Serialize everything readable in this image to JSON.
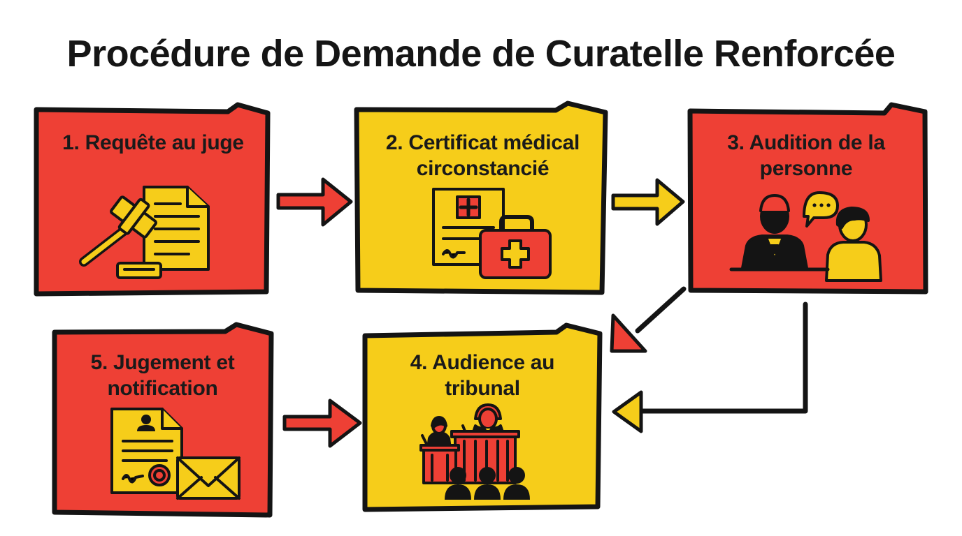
{
  "title": "Procédure de Demande de Curatelle Renforcée",
  "steps": [
    {
      "label": "1. Requête au juge",
      "color": "#ee4035",
      "icon": "gavel-document-icon"
    },
    {
      "label": "2. Certificat médical circonstancié",
      "color": "#f6cd1a",
      "icon": "medical-certificate-icon"
    },
    {
      "label": "3. Audition de la personne",
      "color": "#ee4035",
      "icon": "hearing-interview-icon"
    },
    {
      "label": "4. Audience au tribunal",
      "color": "#f6cd1a",
      "icon": "courtroom-icon"
    },
    {
      "label": "5. Jugement et notification",
      "color": "#ee4035",
      "icon": "judgment-envelope-icon"
    }
  ],
  "colors": {
    "red": "#ee4035",
    "yellow": "#f6cd1a",
    "outline": "#141414"
  }
}
